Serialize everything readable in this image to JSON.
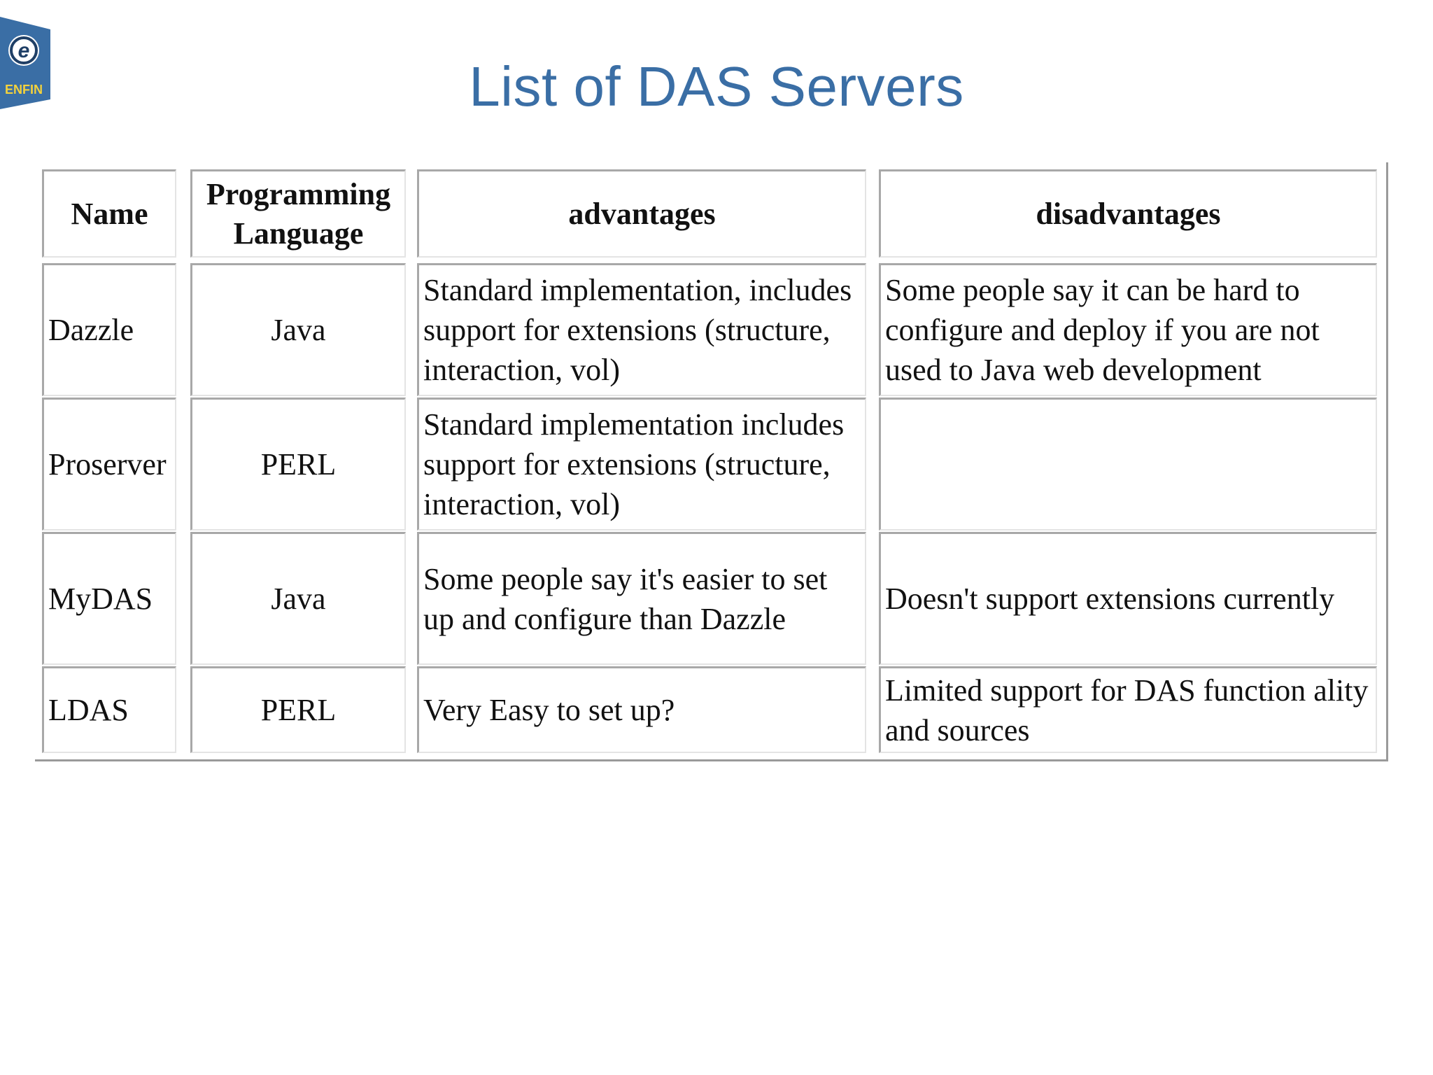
{
  "logo": {
    "text": "ENFIN",
    "icon": "enfin-e-icon",
    "color": "#3a6ea5"
  },
  "title": "List of DAS Servers",
  "table": {
    "headers": [
      "Name",
      "Programming Language",
      "advantages",
      "disadvantages"
    ],
    "rows": [
      {
        "name": "Dazzle",
        "language": "Java",
        "advantages": "Standard implementation, includes support for extensions (structure, interaction, vol)",
        "disadvantages": "Some people say it can be hard to configure and deploy if you are not used to Java web development"
      },
      {
        "name": "Proserver",
        "language": "PERL",
        "advantages": "Standard implementation includes support for extensions (structure, interaction, vol)",
        "disadvantages": ""
      },
      {
        "name": "MyDAS",
        "language": "Java",
        "advantages": "Some people say it's easier to set up and configure than Dazzle",
        "disadvantages": "Doesn't support extensions currently"
      },
      {
        "name": "LDAS",
        "language": "PERL",
        "advantages": "Very Easy to set up?",
        "disadvantages": "Limited support for DAS function ality and sources"
      }
    ]
  },
  "colors": {
    "title": "#3a6ea5",
    "border": "#a8a8a8",
    "text": "#111111"
  }
}
